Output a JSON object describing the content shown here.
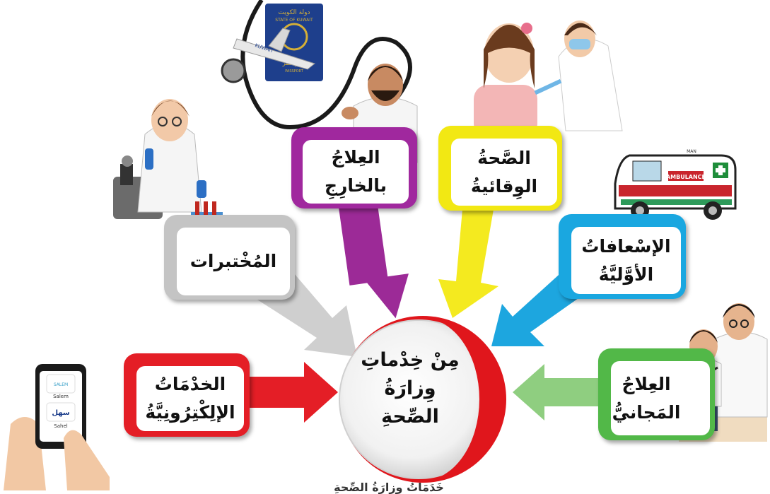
{
  "center": {
    "title": "مِنْ خِدْماتِ\nوِزارَةُ\nالصِّحةِ",
    "color_red": "#e0161c"
  },
  "nodes": [
    {
      "id": "labs",
      "label": "المُخْتبرات",
      "color": "#b8b8b8"
    },
    {
      "id": "abroad",
      "label": "العِلاجُ بالخارِجِ",
      "color": "#a0289e"
    },
    {
      "id": "preventive",
      "label": "الصَّحةُ\nالوِقائيةُ",
      "color": "#f2e813"
    },
    {
      "id": "first_aid",
      "label": "الإسْعافاتُ\nالأوَّليَّةُ",
      "color": "#1aa7e0"
    },
    {
      "id": "free",
      "label": "العِلاجُ\nالمَجانيُّ",
      "color": "#52b848"
    },
    {
      "id": "eservices",
      "label": "الخدْمَاتُ\nالإلِكْتِرُونِيَّةُ",
      "color": "#e41e26"
    }
  ],
  "illustrations": {
    "passport_top": "دولة الكويت",
    "passport_state": "STATE OF KUWAIT",
    "passport_bottom": "جواز سفر",
    "passport_label": "PASSPORT",
    "plane_text": "KUWAIT",
    "ambulance_text": "AMBULANCE",
    "ambulance_small": "MAN",
    "phone_app1_logo": "SALEM",
    "phone_app1": "Salem",
    "phone_app2_logo": "سهل",
    "phone_app2": "Sahel"
  },
  "caption": "خَدَمَاتُ وِزارَةُ الصِّحةِ"
}
